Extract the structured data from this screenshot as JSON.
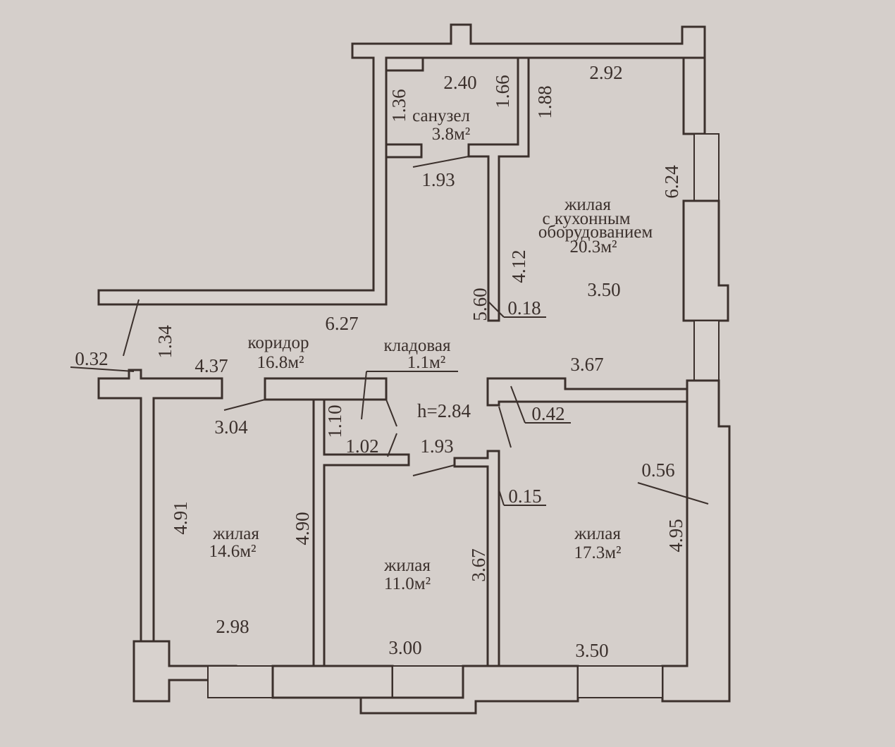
{
  "rooms": {
    "bathroom": {
      "name": "санузел",
      "area": "3.8м²"
    },
    "kitchen_living": {
      "name_line1": "жилая",
      "name_line2": "с кухонным",
      "name_line3": "оборудованием",
      "area": "20.3м²"
    },
    "corridor": {
      "name": "коридор",
      "area": "16.8м²"
    },
    "storage": {
      "name": "кладовая",
      "area": "1.1м²"
    },
    "bedroom_left": {
      "name": "жилая",
      "area": "14.6м²"
    },
    "bedroom_middle": {
      "name": "жилая",
      "area": "11.0м²"
    },
    "bedroom_right": {
      "name": "жилая",
      "area": "17.3м²"
    }
  },
  "ceiling_height": "h=2.84",
  "dimensions": {
    "bath_width": "2.40",
    "bath_left": "1.36",
    "bath_right": "1.66",
    "bath_door": "1.93",
    "kitchen_top": "2.92",
    "kitchen_wall": "1.88",
    "kitchen_right": "6.24",
    "kitchen_inner": "4.12",
    "kitchen_bottom": "3.50",
    "corridor_side": "5.60",
    "wall_018": "0.18",
    "corridor_len": "6.27",
    "corridor_short": "4.37",
    "entry_width": "1.34",
    "wall_032": "0.32",
    "kitchen_bottom2": "3.67",
    "wall_042": "0.42",
    "hall_304": "3.04",
    "storage_h": "1.10",
    "storage_w": "1.02",
    "hall_193": "1.93",
    "wall_015": "0.15",
    "wall_056": "0.56",
    "left_h": "4.91",
    "left_w": "2.98",
    "mid_left": "4.90",
    "mid_right": "3.67",
    "mid_w": "3.00",
    "right_w": "3.50",
    "right_h": "4.95"
  }
}
